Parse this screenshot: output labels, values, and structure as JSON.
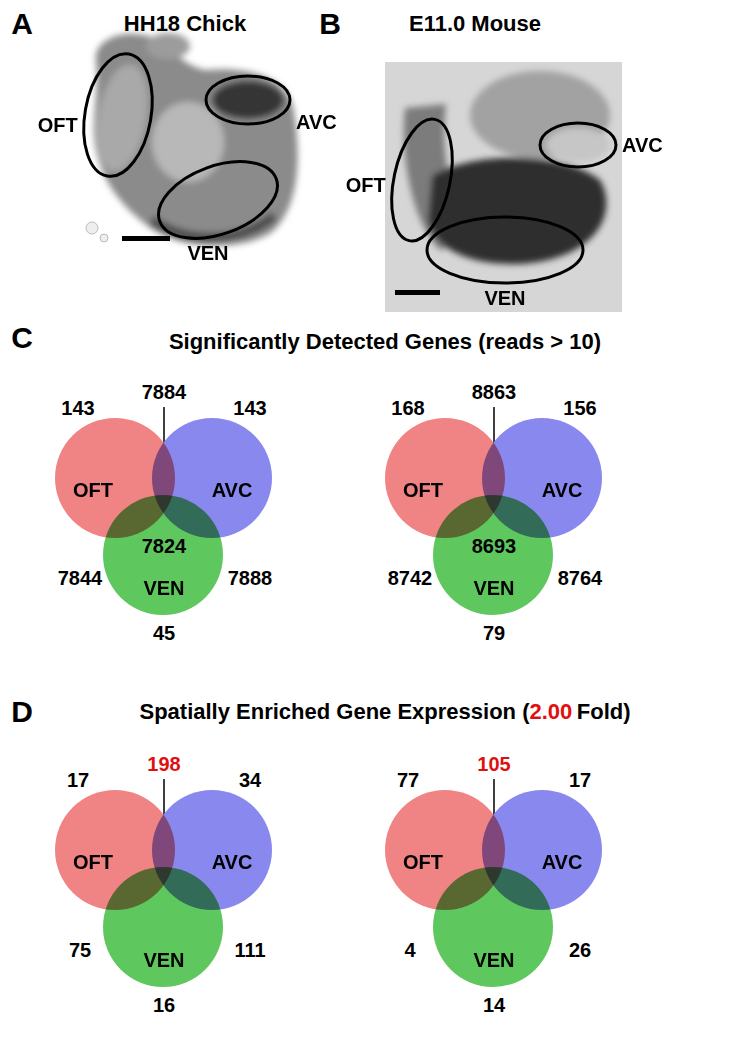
{
  "diagram": {
    "nodes": [
      {
        "text": [
          "OFT"
        ]
      },
      {
        "text": [
          "AVC"
        ]
      },
      {
        "text": [
          "VEN"
        ]
      },
      {
        "text": [
          "OFT"
        ]
      },
      {
        "text": [
          "AVC"
        ]
      },
      {
        "text": [
          "VEN"
        ]
      },
      {
        "text": [
          "OFT"
        ]
      },
      {
        "text": [
          "AVC"
        ]
      },
      {
        "text": [
          "VEN"
        ]
      },
      {
        "text": [
          "OFT"
        ]
      },
      {
        "text": [
          "AVC"
        ]
      },
      {
        "text": [
          "VEN"
        ]
      },
      {
        "text": [
          "OFT"
        ]
      },
      {
        "text": [
          "AVC"
        ]
      },
      {
        "text": [
          "VEN"
        ]
      },
      {
        "text": [
          "OFT"
        ]
      },
      {
        "text": [
          "AVC"
        ]
      },
      {
        "text": [
          "VEN"
        ]
      }
    ],
    "labels": [
      "A",
      "HH18 Chick",
      "B",
      "E11.0 Mouse",
      "C",
      "Significantly Detected Genes (reads > 10)",
      "143",
      "7884",
      "143",
      "7844",
      "7824",
      "7888",
      "45",
      "168",
      "8863",
      "156",
      "8742",
      "8693",
      "8764",
      "79",
      "D",
      "Spatially Enriched Gene Expression (",
      "2.00",
      "Fold)",
      "17",
      "198",
      "34",
      "75",
      "111",
      "16",
      "77",
      "105",
      "17",
      "4",
      "26",
      "14"
    ]
  }
}
